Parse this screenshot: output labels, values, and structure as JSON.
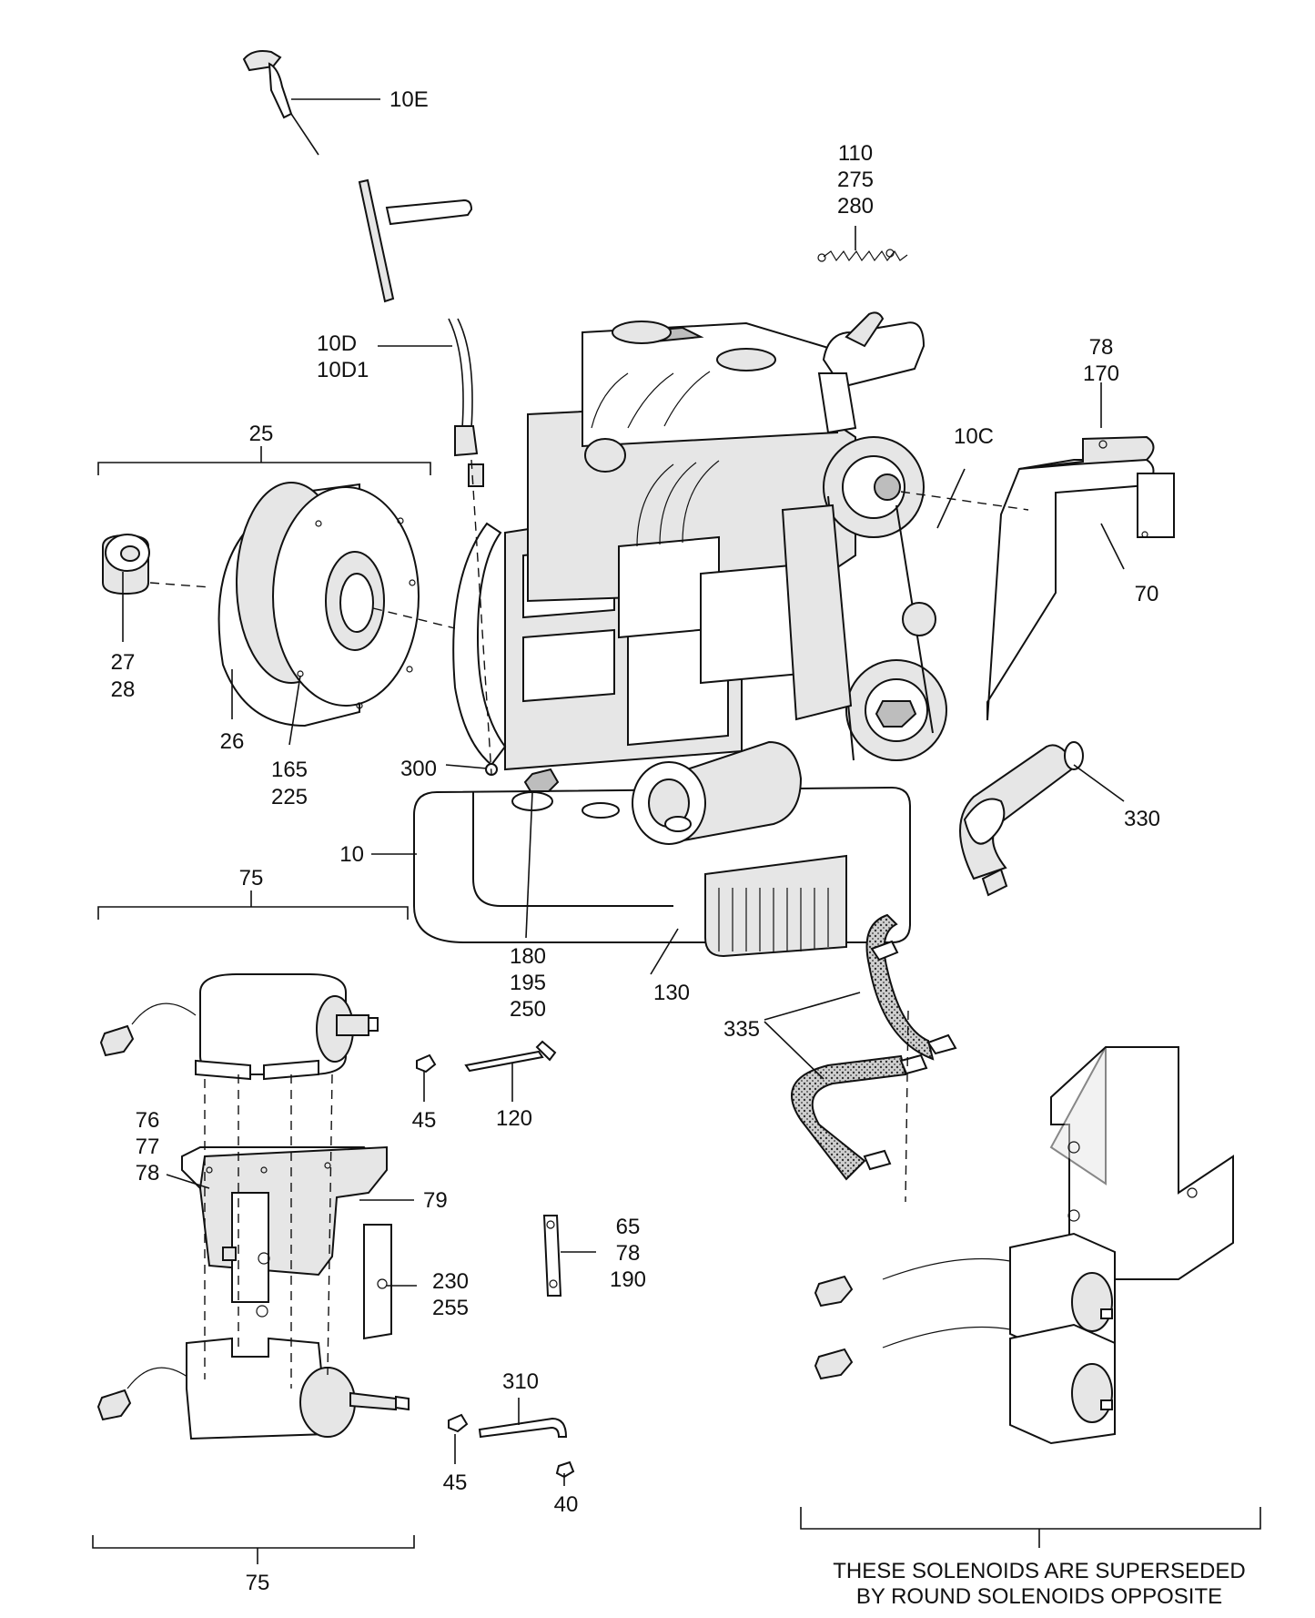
{
  "callouts": {
    "c10E": "10E",
    "c110": "110",
    "c275": "275",
    "c280": "280",
    "c10D": "10D",
    "c10D1": "10D1",
    "c78a": "78",
    "c170": "170",
    "c25": "25",
    "c10C": "10C",
    "c70": "70",
    "c27": "27",
    "c28": "28",
    "c26": "26",
    "c165": "165",
    "c225": "225",
    "c300": "300",
    "c330": "330",
    "c10": "10",
    "c75a": "75",
    "c180": "180",
    "c195": "195",
    "c250": "250",
    "c130": "130",
    "c335": "335",
    "c45a": "45",
    "c120": "120",
    "c76": "76",
    "c77": "77",
    "c78b": "78",
    "c79": "79",
    "c65": "65",
    "c78c": "78",
    "c190": "190",
    "c230": "230",
    "c255": "255",
    "c310": "310",
    "c45b": "45",
    "c40": "40",
    "c75b": "75"
  },
  "note": {
    "line1": "THESE SOLENOIDS ARE SUPERSEDED",
    "line2": "BY ROUND SOLENOIDS OPPOSITE"
  }
}
